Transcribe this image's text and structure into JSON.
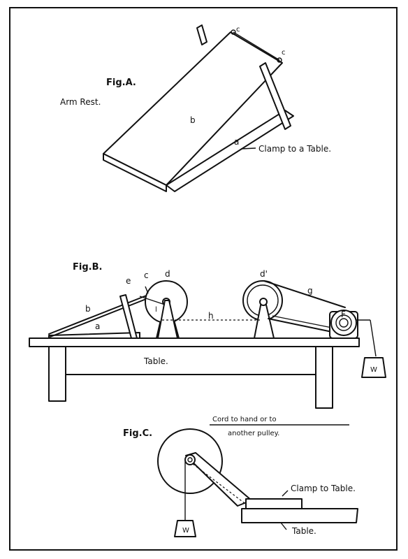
{
  "fig_a": {
    "title": "Fig.A.",
    "subtitle": "Arm Rest.",
    "label_b": "b",
    "label_a": "a",
    "label_c1": "c",
    "label_c2": "c",
    "clamp_note": "Clamp to a Table."
  },
  "fig_b": {
    "title": "Fig.B.",
    "label_a": "a",
    "label_b": "b",
    "label_c": "c",
    "label_e": "e",
    "label_d": "d",
    "label_d2": "d'",
    "label_l": "l",
    "label_h": "h",
    "label_g": "g",
    "label_f": "F",
    "weight": "W",
    "table": "Table."
  },
  "fig_c": {
    "title": "Fig.C.",
    "cord_line1": "Cord to hand or to",
    "cord_line2": "another pulley.",
    "clamp_note": "Clamp to Table.",
    "table": "Table.",
    "weight": "W"
  }
}
